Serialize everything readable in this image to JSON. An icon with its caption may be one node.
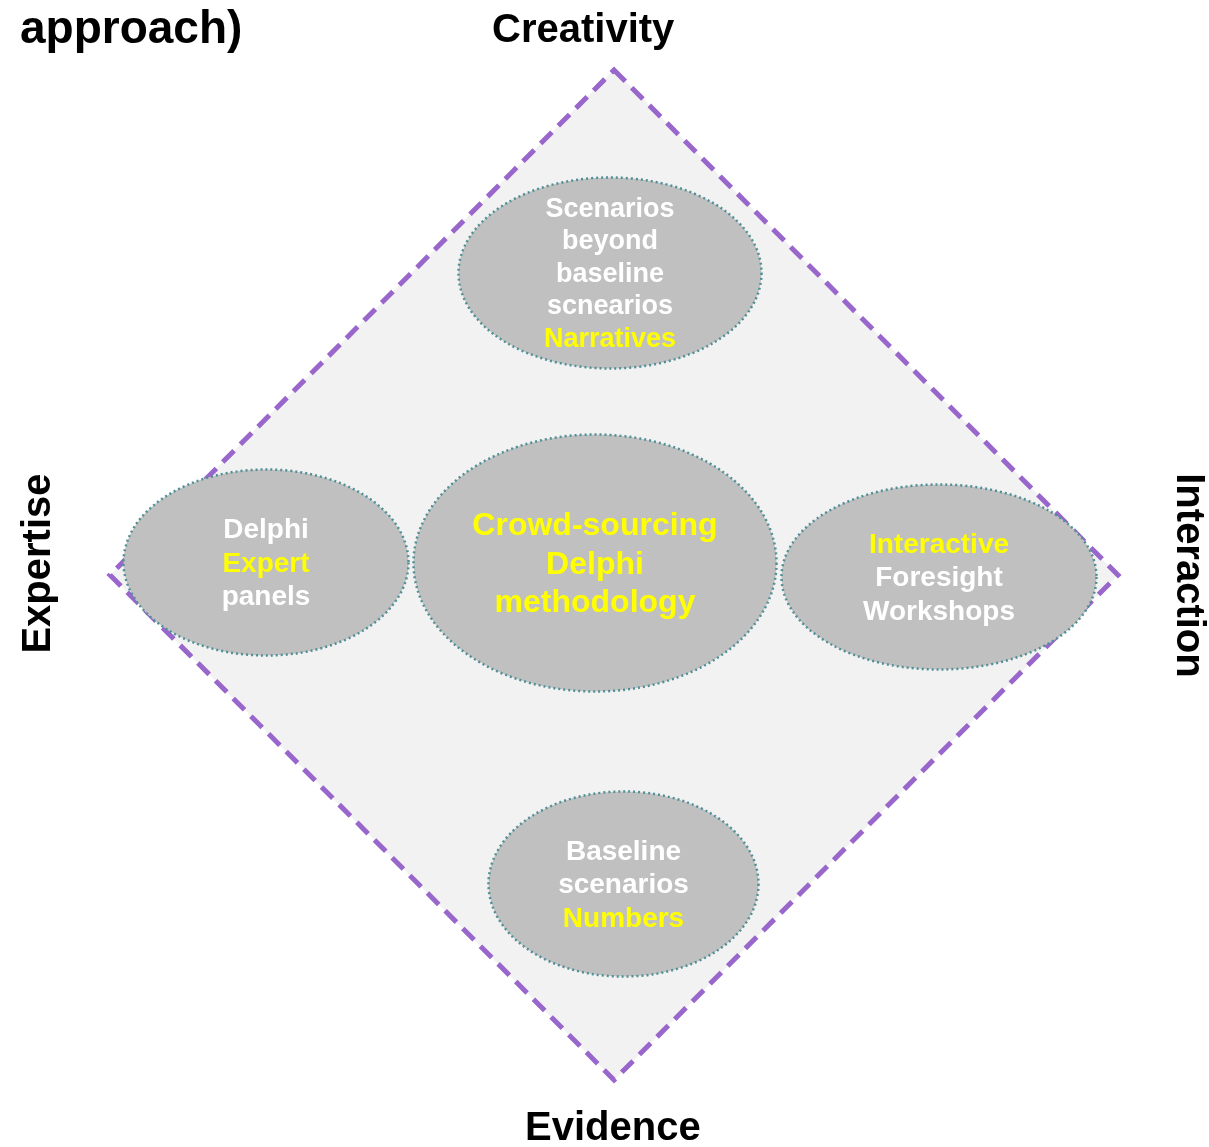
{
  "diagram": {
    "title": "approach)",
    "nodes": [
      {
        "text": [],
        "shape": "diamond"
      },
      {
        "text": [
          "Scenarios beyond baseline scnearios",
          "Narratives"
        ],
        "in": 0
      },
      {
        "text": [
          "Delphi",
          "Expert",
          "panels"
        ],
        "in": 0
      },
      {
        "text": [
          "Crowd-sourcing Delphi methodology"
        ],
        "in": 0
      },
      {
        "text": [
          "Interactive",
          "Foresight Workshops"
        ],
        "in": 0
      },
      {
        "text": [
          "Baseline scenarios",
          "Numbers"
        ],
        "in": 0
      }
    ],
    "edges": [],
    "labels": [
      "Creativity",
      "Expertise",
      "Interaction",
      "Evidence"
    ]
  }
}
